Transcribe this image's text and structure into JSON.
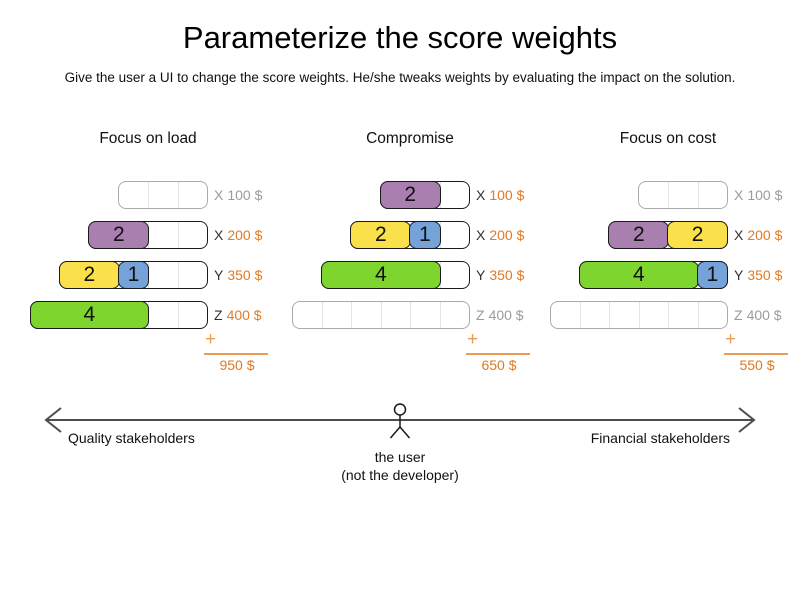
{
  "title": "Parameterize the score weights",
  "subtitle": "Give the user a UI to change the score weights. He/she tweaks weights by evaluating the impact on the solution.",
  "colors": {
    "purple": "#a87fae",
    "yellow": "#fae14b",
    "blue": "#74a2d9",
    "green": "#7ed52e",
    "orange_text": "#dd7a22",
    "orange_line": "#eb9c54",
    "gray_inactive": "#9b9b9b"
  },
  "misc": {
    "plus": "+"
  },
  "scenarios": [
    {
      "name": "Focus on load",
      "total": "950 $",
      "rows": [
        {
          "computer": "X",
          "cost": "100 $",
          "capacity": 3,
          "blocks": []
        },
        {
          "computer": "X",
          "cost": "200 $",
          "capacity": 4,
          "blocks": [
            {
              "value": "2",
              "color": "purple"
            }
          ]
        },
        {
          "computer": "Y",
          "cost": "350 $",
          "capacity": 5,
          "blocks": [
            {
              "value": "2",
              "color": "yellow"
            },
            {
              "value": "1",
              "color": "blue"
            }
          ]
        },
        {
          "computer": "Z",
          "cost": "400 $",
          "capacity": 6,
          "blocks": [
            {
              "value": "4",
              "color": "green"
            }
          ]
        }
      ]
    },
    {
      "name": "Compromise",
      "total": "650 $",
      "rows": [
        {
          "computer": "X",
          "cost": "100 $",
          "capacity": 3,
          "blocks": [
            {
              "value": "2",
              "color": "purple"
            }
          ]
        },
        {
          "computer": "X",
          "cost": "200 $",
          "capacity": 4,
          "blocks": [
            {
              "value": "2",
              "color": "yellow"
            },
            {
              "value": "1",
              "color": "blue"
            }
          ]
        },
        {
          "computer": "Y",
          "cost": "350 $",
          "capacity": 5,
          "blocks": [
            {
              "value": "4",
              "color": "green"
            }
          ]
        },
        {
          "computer": "Z",
          "cost": "400 $",
          "capacity": 6,
          "blocks": []
        }
      ]
    },
    {
      "name": "Focus on cost",
      "total": "550 $",
      "rows": [
        {
          "computer": "X",
          "cost": "100 $",
          "capacity": 3,
          "blocks": []
        },
        {
          "computer": "X",
          "cost": "200 $",
          "capacity": 4,
          "blocks": [
            {
              "value": "2",
              "color": "purple"
            },
            {
              "value": "2",
              "color": "yellow"
            }
          ]
        },
        {
          "computer": "Y",
          "cost": "350 $",
          "capacity": 5,
          "blocks": [
            {
              "value": "4",
              "color": "green"
            },
            {
              "value": "1",
              "color": "blue"
            }
          ]
        },
        {
          "computer": "Z",
          "cost": "400 $",
          "capacity": 6,
          "blocks": []
        }
      ]
    }
  ],
  "axis": {
    "left_label": "Quality stakeholders",
    "right_label": "Financial stakeholders",
    "center_label_line1": "the user",
    "center_label_line2": "(not the developer)"
  }
}
